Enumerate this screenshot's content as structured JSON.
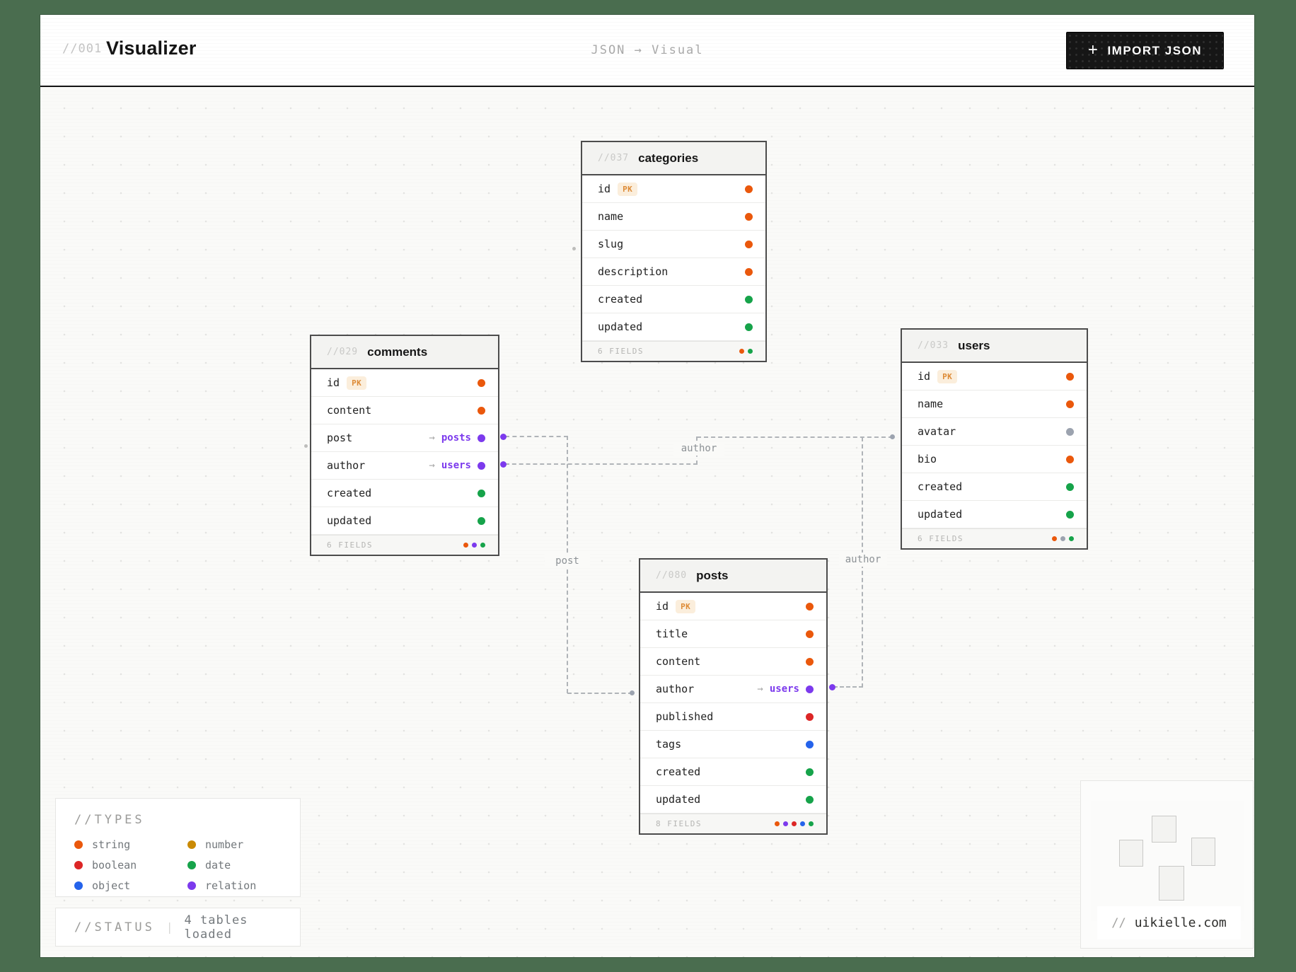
{
  "header": {
    "index": "//001",
    "title": "Visualizer",
    "center": "JSON → Visual",
    "import_button": {
      "icon": "+",
      "label": "IMPORT JSON"
    }
  },
  "type_colors": {
    "string": "#ea580c",
    "number": "#ca8a04",
    "boolean": "#dc2626",
    "date": "#16a34a",
    "object": "#2563eb",
    "relation": "#7c3aed",
    "null": "#9ca3af"
  },
  "relation_text_color": "#7c3aed",
  "tables": [
    {
      "id": "categories",
      "number": "//037",
      "name": "categories",
      "footer": "6 FIELDS",
      "footer_dots": [
        "string",
        "date"
      ],
      "fields": [
        {
          "name": "id",
          "pk": "PK",
          "type": "string"
        },
        {
          "name": "name",
          "type": "string"
        },
        {
          "name": "slug",
          "type": "string"
        },
        {
          "name": "description",
          "type": "string"
        },
        {
          "name": "created",
          "type": "date"
        },
        {
          "name": "updated",
          "type": "date"
        }
      ]
    },
    {
      "id": "comments",
      "number": "//029",
      "name": "comments",
      "footer": "6 FIELDS",
      "footer_dots": [
        "string",
        "relation",
        "date"
      ],
      "fields": [
        {
          "name": "id",
          "pk": "PK",
          "type": "string"
        },
        {
          "name": "content",
          "type": "string"
        },
        {
          "name": "post",
          "type": "relation",
          "relation": "posts"
        },
        {
          "name": "author",
          "type": "relation",
          "relation": "users"
        },
        {
          "name": "created",
          "type": "date"
        },
        {
          "name": "updated",
          "type": "date"
        }
      ]
    },
    {
      "id": "users",
      "number": "//033",
      "name": "users",
      "footer": "6 FIELDS",
      "footer_dots": [
        "string",
        "null",
        "date"
      ],
      "fields": [
        {
          "name": "id",
          "pk": "PK",
          "type": "string"
        },
        {
          "name": "name",
          "type": "string"
        },
        {
          "name": "avatar",
          "type": "null"
        },
        {
          "name": "bio",
          "type": "string"
        },
        {
          "name": "created",
          "type": "date"
        },
        {
          "name": "updated",
          "type": "date"
        }
      ]
    },
    {
      "id": "posts",
      "number": "//080",
      "name": "posts",
      "footer": "8 FIELDS",
      "footer_dots": [
        "string",
        "relation",
        "boolean",
        "object",
        "date"
      ],
      "fields": [
        {
          "name": "id",
          "pk": "PK",
          "type": "string"
        },
        {
          "name": "title",
          "type": "string"
        },
        {
          "name": "content",
          "type": "string"
        },
        {
          "name": "author",
          "type": "relation",
          "relation": "users"
        },
        {
          "name": "published",
          "type": "boolean"
        },
        {
          "name": "tags",
          "type": "object"
        },
        {
          "name": "created",
          "type": "date"
        },
        {
          "name": "updated",
          "type": "date"
        }
      ]
    }
  ],
  "connections": [
    {
      "label": "post"
    },
    {
      "label": "author"
    },
    {
      "label": "author"
    }
  ],
  "legend": {
    "title": "//TYPES",
    "items": [
      {
        "label": "string",
        "type": "string"
      },
      {
        "label": "number",
        "type": "number"
      },
      {
        "label": "boolean",
        "type": "boolean"
      },
      {
        "label": "date",
        "type": "date"
      },
      {
        "label": "object",
        "type": "object"
      },
      {
        "label": "relation",
        "type": "relation"
      }
    ]
  },
  "status": {
    "title": "//STATUS",
    "divider": "|",
    "text": "4 tables loaded"
  },
  "logo": {
    "prefix": "//",
    "domain": "uikielle.com"
  }
}
